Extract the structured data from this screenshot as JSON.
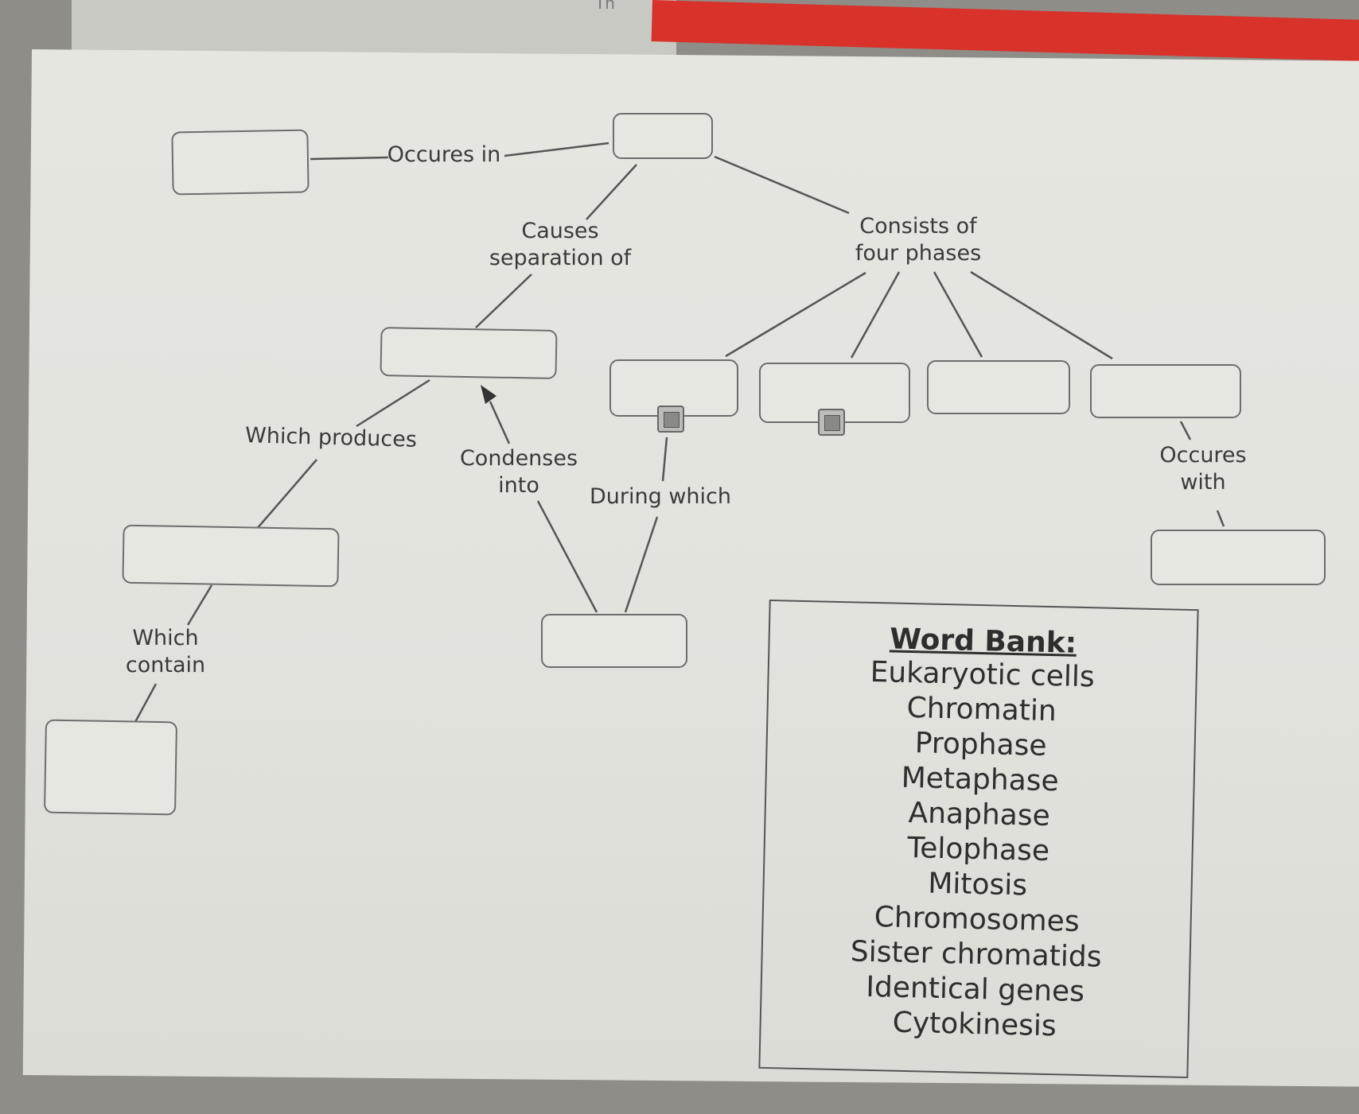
{
  "top_text": "Th",
  "labels": {
    "occures_in": "Occures in",
    "causes_separation": "Causes\nseparation of",
    "consists_of": "Consists of\nfour phases",
    "which_produces": "Which produces",
    "condenses_into": "Condenses\ninto",
    "during_which": "During which",
    "occures_with": "Occures\nwith",
    "which_contain": "Which\ncontain"
  },
  "word_bank": {
    "title": "Word Bank:",
    "items": [
      "Eukaryotic cells",
      "Chromatin",
      "Prophase",
      "Metaphase",
      "Anaphase",
      "Telophase",
      "Mitosis",
      "Chromosomes",
      "Sister chromatids",
      "Identical genes",
      "Cytokinesis"
    ]
  }
}
